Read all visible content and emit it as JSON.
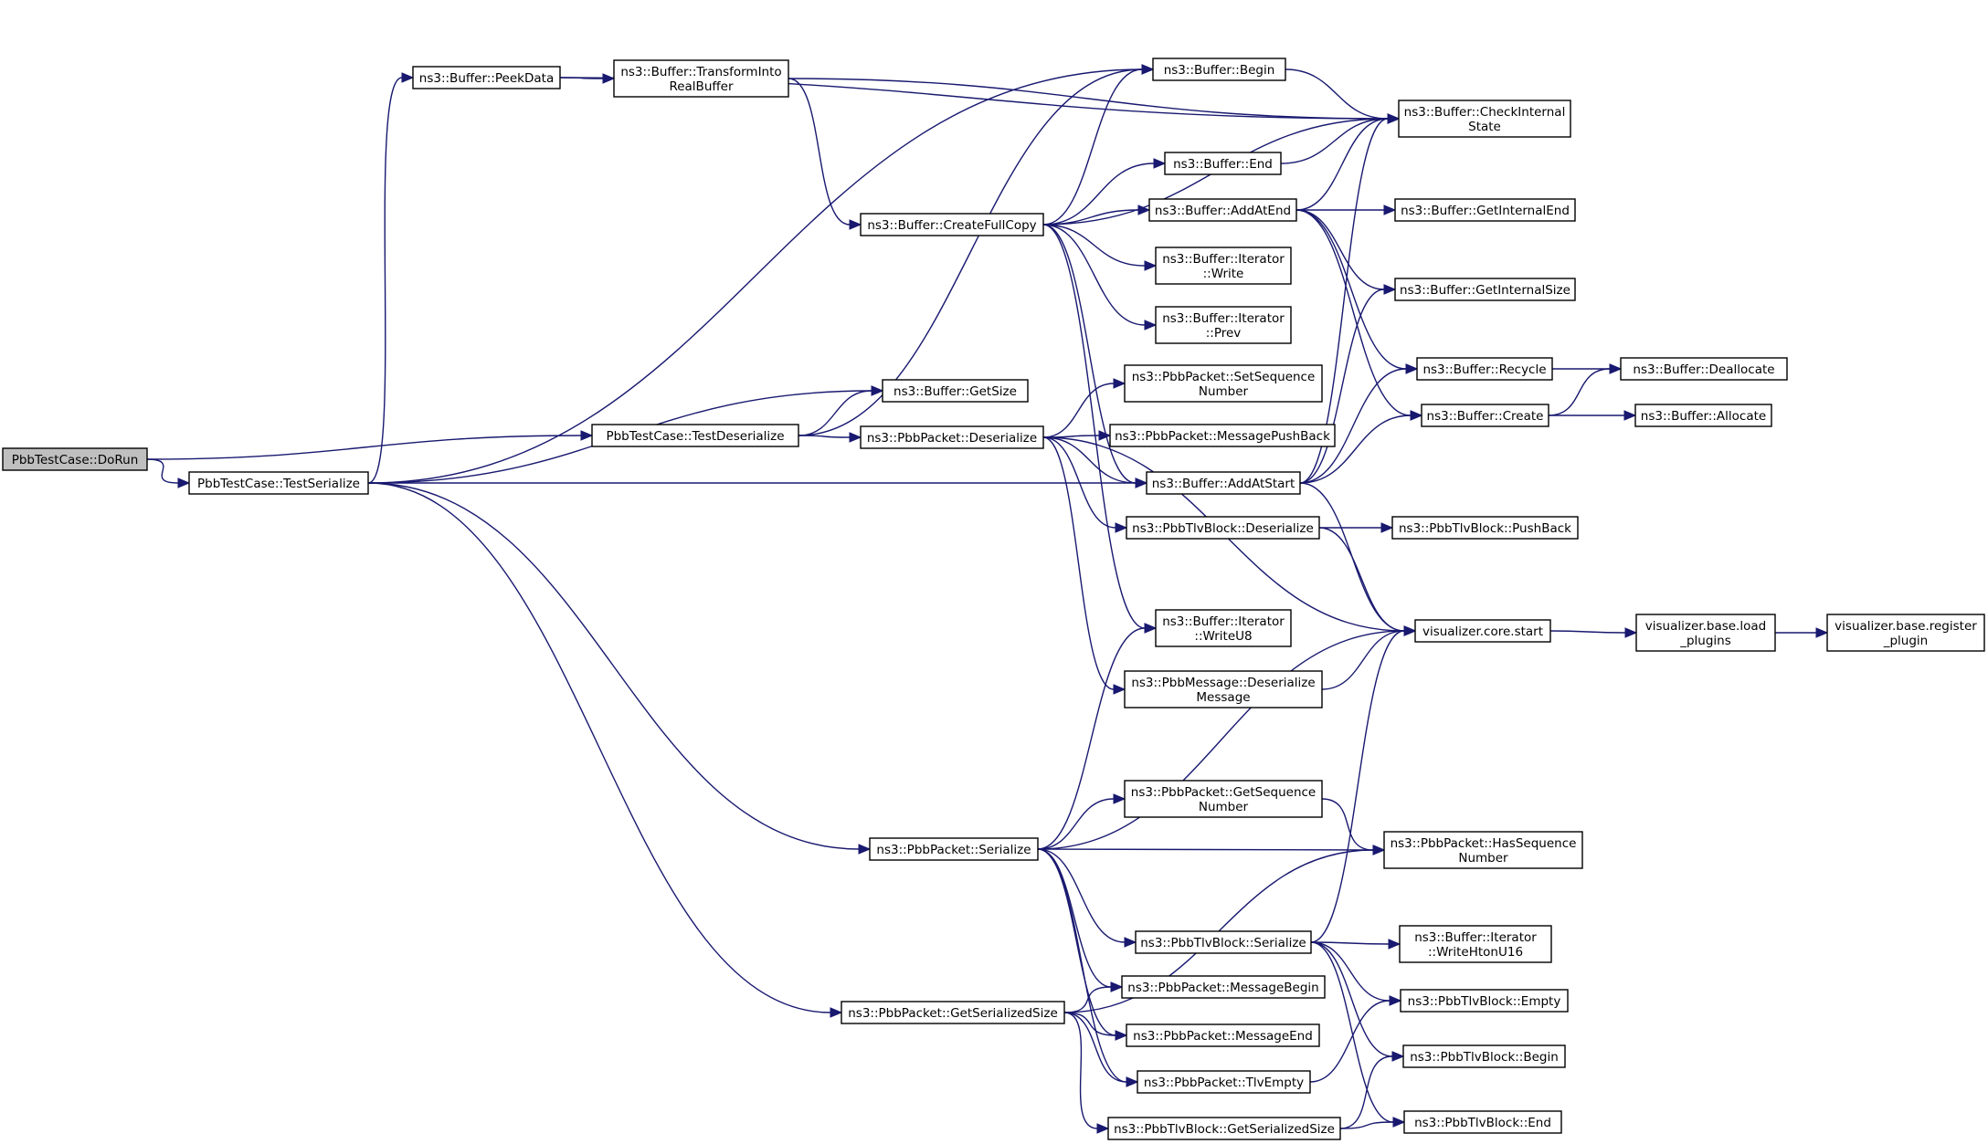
{
  "colors": {
    "edge": "#191970",
    "node_border": "#000000",
    "root_fill": "#bfbfbf",
    "node_fill": "#ffffff"
  },
  "nodes": [
    {
      "id": "dorun",
      "lines": [
        "PbbTestCase::DoRun"
      ],
      "root": true
    },
    {
      "id": "testser",
      "lines": [
        "PbbTestCase::TestSerialize"
      ]
    },
    {
      "id": "testdeser",
      "lines": [
        "PbbTestCase::TestDeserialize"
      ]
    },
    {
      "id": "peek",
      "lines": [
        "ns3::Buffer::PeekData"
      ]
    },
    {
      "id": "transform",
      "lines": [
        "ns3::Buffer::TransformInto",
        "RealBuffer"
      ]
    },
    {
      "id": "begin",
      "lines": [
        "ns3::Buffer::Begin"
      ]
    },
    {
      "id": "check",
      "lines": [
        "ns3::Buffer::CheckInternal",
        "State"
      ]
    },
    {
      "id": "end",
      "lines": [
        "ns3::Buffer::End"
      ]
    },
    {
      "id": "addatend",
      "lines": [
        "ns3::Buffer::AddAtEnd"
      ]
    },
    {
      "id": "getinternalend",
      "lines": [
        "ns3::Buffer::GetInternalEnd"
      ]
    },
    {
      "id": "fullcopy",
      "lines": [
        "ns3::Buffer::CreateFullCopy"
      ]
    },
    {
      "id": "iterwrite",
      "lines": [
        "ns3::Buffer::Iterator",
        "::Write"
      ]
    },
    {
      "id": "getinternalsize",
      "lines": [
        "ns3::Buffer::GetInternalSize"
      ]
    },
    {
      "id": "iterprev",
      "lines": [
        "ns3::Buffer::Iterator",
        "::Prev"
      ]
    },
    {
      "id": "recycle",
      "lines": [
        "ns3::Buffer::Recycle"
      ]
    },
    {
      "id": "dealloc",
      "lines": [
        "ns3::Buffer::Deallocate"
      ]
    },
    {
      "id": "getsize",
      "lines": [
        "ns3::Buffer::GetSize"
      ]
    },
    {
      "id": "setseq",
      "lines": [
        "ns3::PbbPacket::SetSequence",
        "Number"
      ]
    },
    {
      "id": "create",
      "lines": [
        "ns3::Buffer::Create"
      ]
    },
    {
      "id": "allocate",
      "lines": [
        "ns3::Buffer::Allocate"
      ]
    },
    {
      "id": "pktdeser",
      "lines": [
        "ns3::PbbPacket::Deserialize"
      ]
    },
    {
      "id": "msgpush",
      "lines": [
        "ns3::PbbPacket::MessagePushBack"
      ]
    },
    {
      "id": "addatstart",
      "lines": [
        "ns3::Buffer::AddAtStart"
      ]
    },
    {
      "id": "tlvdeser",
      "lines": [
        "ns3::PbbTlvBlock::Deserialize"
      ]
    },
    {
      "id": "tlvpush",
      "lines": [
        "ns3::PbbTlvBlock::PushBack"
      ]
    },
    {
      "id": "vstart",
      "lines": [
        "visualizer.core.start"
      ]
    },
    {
      "id": "vload",
      "lines": [
        "visualizer.base.load",
        "_plugins"
      ]
    },
    {
      "id": "vreg",
      "lines": [
        "visualizer.base.register",
        "_plugin"
      ]
    },
    {
      "id": "writeu8",
      "lines": [
        "ns3::Buffer::Iterator",
        "::WriteU8"
      ]
    },
    {
      "id": "msgdeser",
      "lines": [
        "ns3::PbbMessage::Deserialize",
        "Message"
      ]
    },
    {
      "id": "getseq",
      "lines": [
        "ns3::PbbPacket::GetSequence",
        "Number"
      ]
    },
    {
      "id": "pktser",
      "lines": [
        "ns3::PbbPacket::Serialize"
      ]
    },
    {
      "id": "hasseq",
      "lines": [
        "ns3::PbbPacket::HasSequence",
        "Number"
      ]
    },
    {
      "id": "tlvser",
      "lines": [
        "ns3::PbbTlvBlock::Serialize"
      ]
    },
    {
      "id": "writehton",
      "lines": [
        "ns3::Buffer::Iterator",
        "::WriteHtonU16"
      ]
    },
    {
      "id": "msgbegin",
      "lines": [
        "ns3::PbbPacket::MessageBegin"
      ]
    },
    {
      "id": "getsersize",
      "lines": [
        "ns3::PbbPacket::GetSerializedSize"
      ]
    },
    {
      "id": "tlvempty",
      "lines": [
        "ns3::PbbTlvBlock::Empty"
      ]
    },
    {
      "id": "msgend",
      "lines": [
        "ns3::PbbPacket::MessageEnd"
      ]
    },
    {
      "id": "tlvbegin",
      "lines": [
        "ns3::PbbTlvBlock::Begin"
      ]
    },
    {
      "id": "pkttlvempty",
      "lines": [
        "ns3::PbbPacket::TlvEmpty"
      ]
    },
    {
      "id": "tlvgetsersize",
      "lines": [
        "ns3::PbbTlvBlock::GetSerializedSize"
      ]
    },
    {
      "id": "tlvend",
      "lines": [
        "ns3::PbbTlvBlock::End"
      ]
    }
  ],
  "edges": [
    [
      "dorun",
      "testdeser"
    ],
    [
      "dorun",
      "testser"
    ],
    [
      "testser",
      "peek"
    ],
    [
      "testser",
      "begin"
    ],
    [
      "testser",
      "getsize"
    ],
    [
      "testser",
      "addatstart"
    ],
    [
      "testser",
      "pktser"
    ],
    [
      "testser",
      "getsersize"
    ],
    [
      "testdeser",
      "begin"
    ],
    [
      "testdeser",
      "getsize"
    ],
    [
      "testdeser",
      "pktdeser"
    ],
    [
      "peek",
      "transform"
    ],
    [
      "peek",
      "check"
    ],
    [
      "transform",
      "check"
    ],
    [
      "transform",
      "fullcopy"
    ],
    [
      "begin",
      "check"
    ],
    [
      "end",
      "check"
    ],
    [
      "fullcopy",
      "begin"
    ],
    [
      "fullcopy",
      "check"
    ],
    [
      "fullcopy",
      "end"
    ],
    [
      "fullcopy",
      "addatend"
    ],
    [
      "fullcopy",
      "iterwrite"
    ],
    [
      "fullcopy",
      "iterprev"
    ],
    [
      "fullcopy",
      "addatstart"
    ],
    [
      "fullcopy",
      "writeu8"
    ],
    [
      "addatend",
      "check"
    ],
    [
      "addatend",
      "getinternalend"
    ],
    [
      "addatend",
      "getinternalsize"
    ],
    [
      "addatend",
      "recycle"
    ],
    [
      "addatend",
      "create"
    ],
    [
      "recycle",
      "dealloc"
    ],
    [
      "create",
      "dealloc"
    ],
    [
      "create",
      "allocate"
    ],
    [
      "addatstart",
      "check"
    ],
    [
      "addatstart",
      "getinternalsize"
    ],
    [
      "addatstart",
      "recycle"
    ],
    [
      "addatstart",
      "create"
    ],
    [
      "addatstart",
      "vstart"
    ],
    [
      "pktdeser",
      "setseq"
    ],
    [
      "pktdeser",
      "msgpush"
    ],
    [
      "pktdeser",
      "addatstart"
    ],
    [
      "pktdeser",
      "tlvdeser"
    ],
    [
      "pktdeser",
      "vstart"
    ],
    [
      "pktdeser",
      "msgdeser"
    ],
    [
      "tlvdeser",
      "tlvpush"
    ],
    [
      "tlvdeser",
      "vstart"
    ],
    [
      "msgdeser",
      "vstart"
    ],
    [
      "vstart",
      "vload"
    ],
    [
      "vload",
      "vreg"
    ],
    [
      "pktser",
      "writeu8"
    ],
    [
      "pktser",
      "vstart"
    ],
    [
      "pktser",
      "getseq"
    ],
    [
      "pktser",
      "hasseq"
    ],
    [
      "pktser",
      "tlvser"
    ],
    [
      "pktser",
      "msgbegin"
    ],
    [
      "pktser",
      "msgend"
    ],
    [
      "pktser",
      "pkttlvempty"
    ],
    [
      "getseq",
      "hasseq"
    ],
    [
      "tlvser",
      "vstart"
    ],
    [
      "tlvser",
      "writehton"
    ],
    [
      "tlvser",
      "tlvempty"
    ],
    [
      "tlvser",
      "tlvbegin"
    ],
    [
      "tlvser",
      "tlvend"
    ],
    [
      "getsersize",
      "hasseq"
    ],
    [
      "getsersize",
      "msgbegin"
    ],
    [
      "getsersize",
      "msgend"
    ],
    [
      "getsersize",
      "pkttlvempty"
    ],
    [
      "getsersize",
      "tlvgetsersize"
    ],
    [
      "pkttlvempty",
      "tlvempty"
    ],
    [
      "tlvgetsersize",
      "tlvbegin"
    ],
    [
      "tlvgetsersize",
      "tlvend"
    ]
  ]
}
